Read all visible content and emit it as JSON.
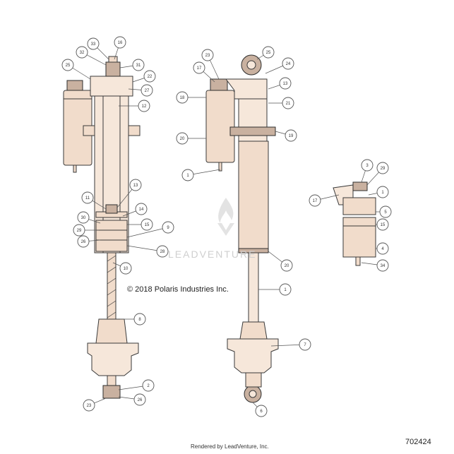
{
  "copyright": "© 2018 Polaris Industries Inc.",
  "diagram_id": "702424",
  "rendered_by": "Rendered by LeadVenture, Inc.",
  "watermark": "LEADVENTURE",
  "colors": {
    "part_fill": "#f1dccb",
    "outline": "#3a3a3a",
    "callout": "#555555"
  },
  "callouts": [
    {
      "label": "33"
    },
    {
      "label": "16"
    },
    {
      "label": "32"
    },
    {
      "label": "25"
    },
    {
      "label": "31"
    },
    {
      "label": "22"
    },
    {
      "label": "27"
    },
    {
      "label": "12"
    },
    {
      "label": "11"
    },
    {
      "label": "13"
    },
    {
      "label": "14"
    },
    {
      "label": "30"
    },
    {
      "label": "15"
    },
    {
      "label": "29"
    },
    {
      "label": "26"
    },
    {
      "label": "9"
    },
    {
      "label": "28"
    },
    {
      "label": "10"
    },
    {
      "label": "8"
    },
    {
      "label": "2"
    },
    {
      "label": "23"
    },
    {
      "label": "26"
    },
    {
      "label": "23"
    },
    {
      "label": "17"
    },
    {
      "label": "25"
    },
    {
      "label": "24"
    },
    {
      "label": "13"
    },
    {
      "label": "18"
    },
    {
      "label": "21"
    },
    {
      "label": "20"
    },
    {
      "label": "19"
    },
    {
      "label": "1"
    },
    {
      "label": "20"
    },
    {
      "label": "1"
    },
    {
      "label": "7"
    },
    {
      "label": "6"
    },
    {
      "label": "17"
    },
    {
      "label": "3"
    },
    {
      "label": "29"
    },
    {
      "label": "1"
    },
    {
      "label": "5"
    },
    {
      "label": "15"
    },
    {
      "label": "4"
    },
    {
      "label": "34"
    }
  ]
}
